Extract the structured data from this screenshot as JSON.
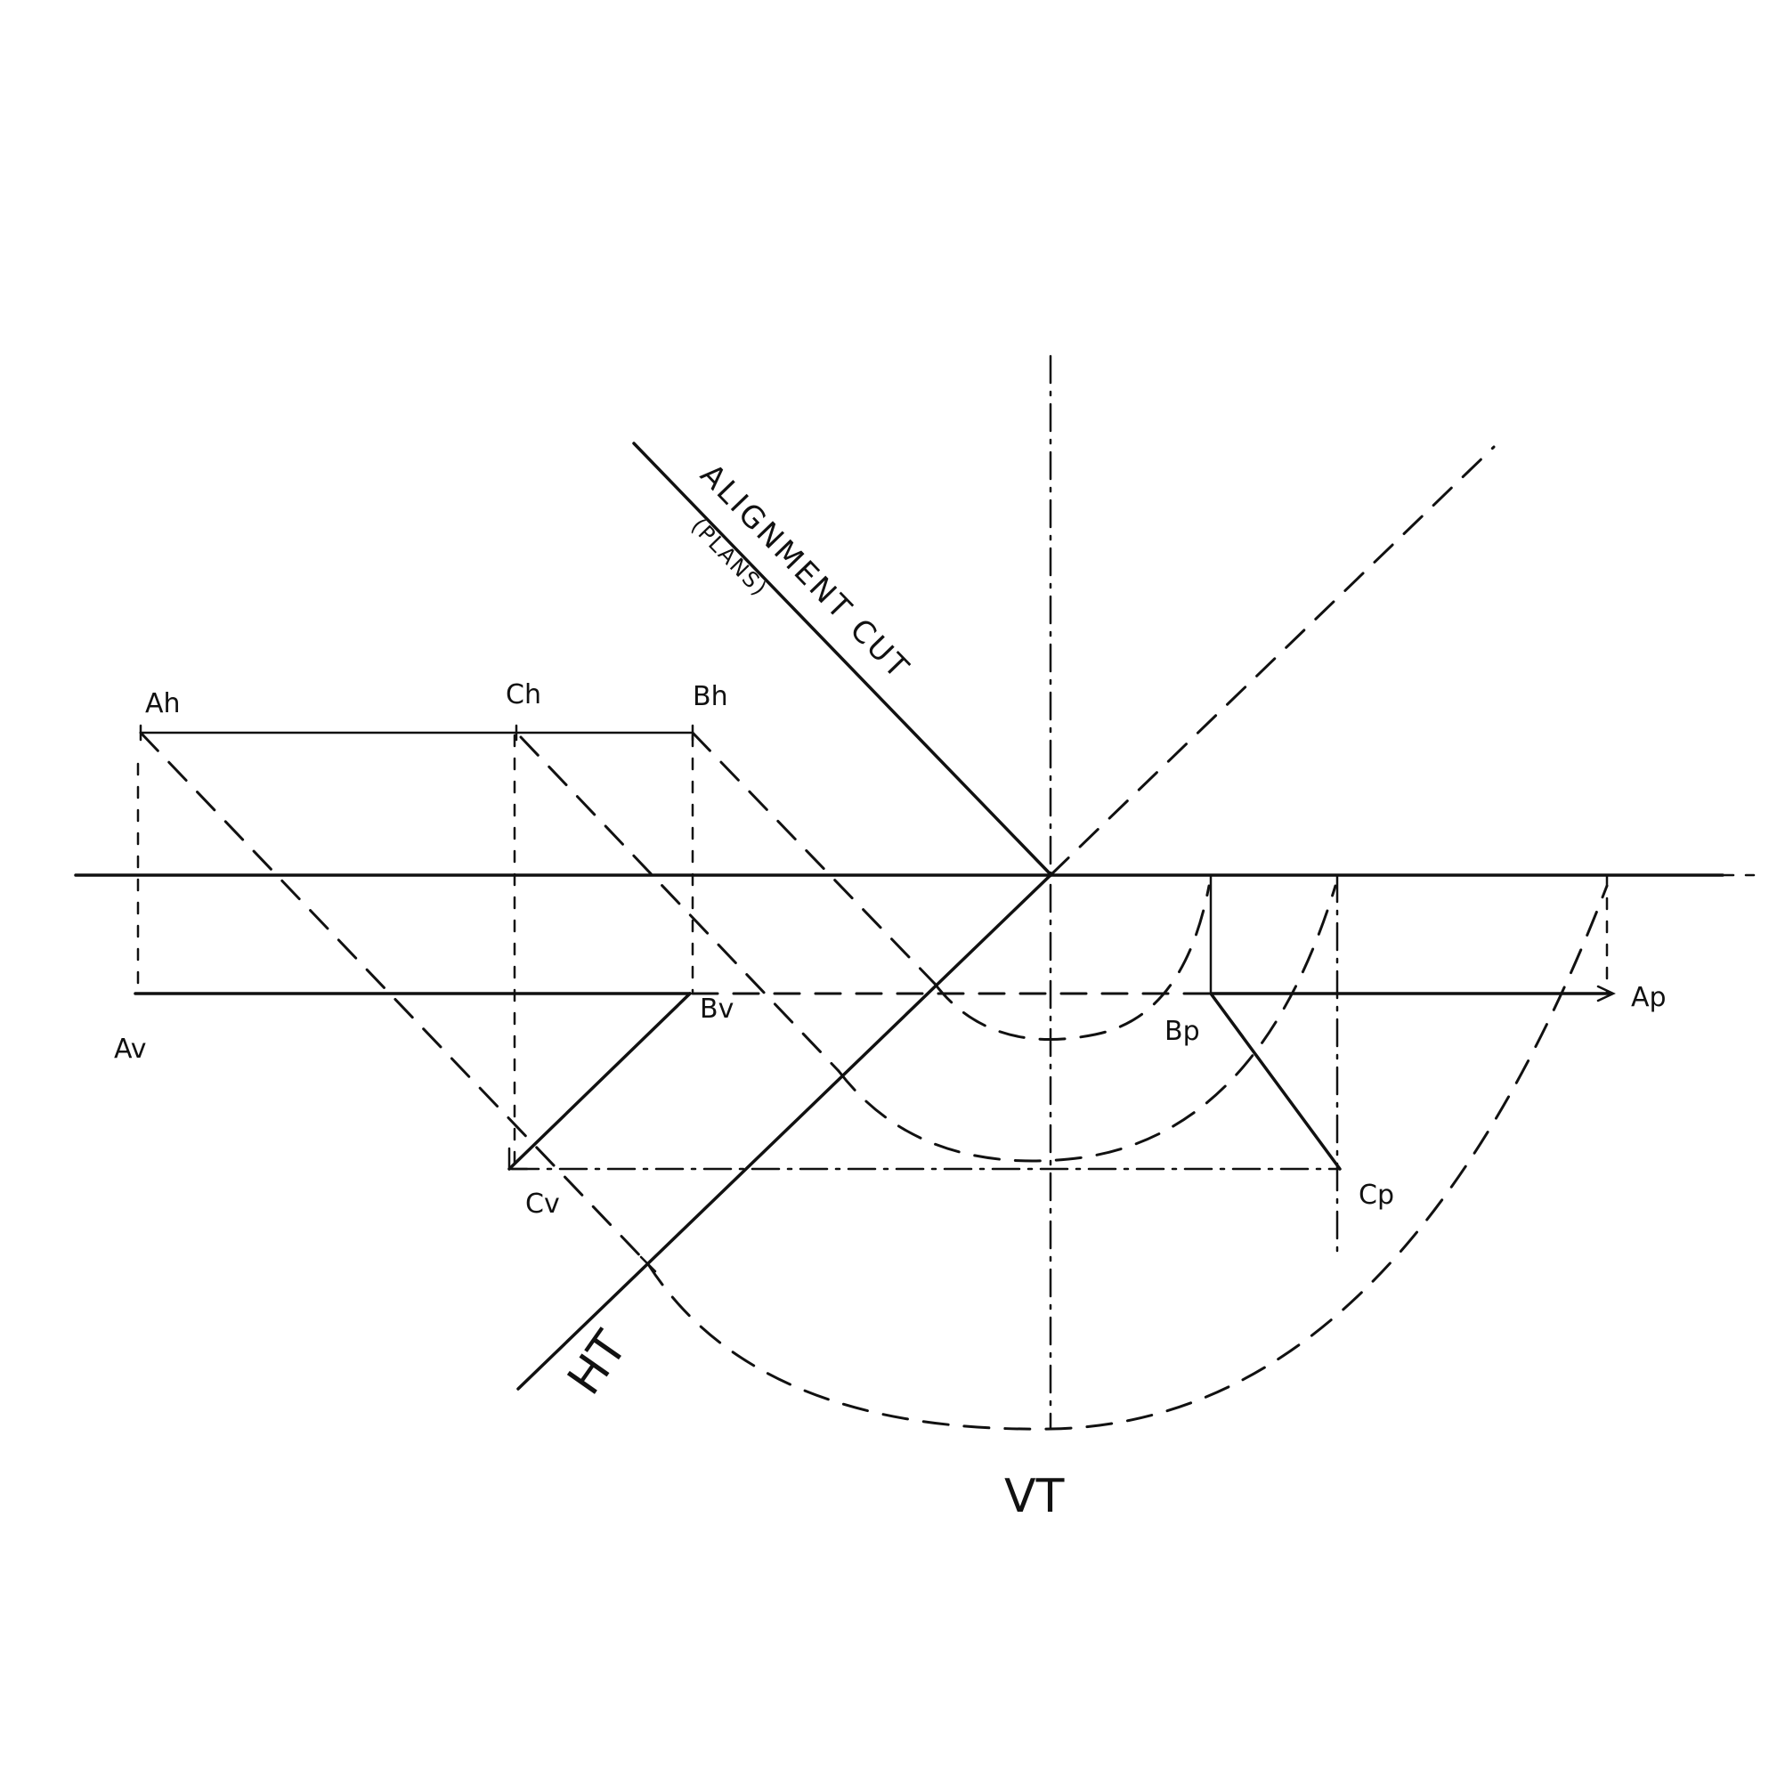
{
  "labels": {
    "ah": "Ah",
    "ch": "Ch",
    "bh": "Bh",
    "av": "Av",
    "bv": "Bv",
    "cv": "Cv",
    "bp": "Bp",
    "ap": "Ap",
    "cp": "Cp",
    "ht": "HT",
    "vt": "VT",
    "alignment_cut": "ALIGNMENT CUT",
    "plans": "(PLANS)"
  },
  "colors": {
    "ink": "#111111",
    "paper": "#ffffff"
  }
}
